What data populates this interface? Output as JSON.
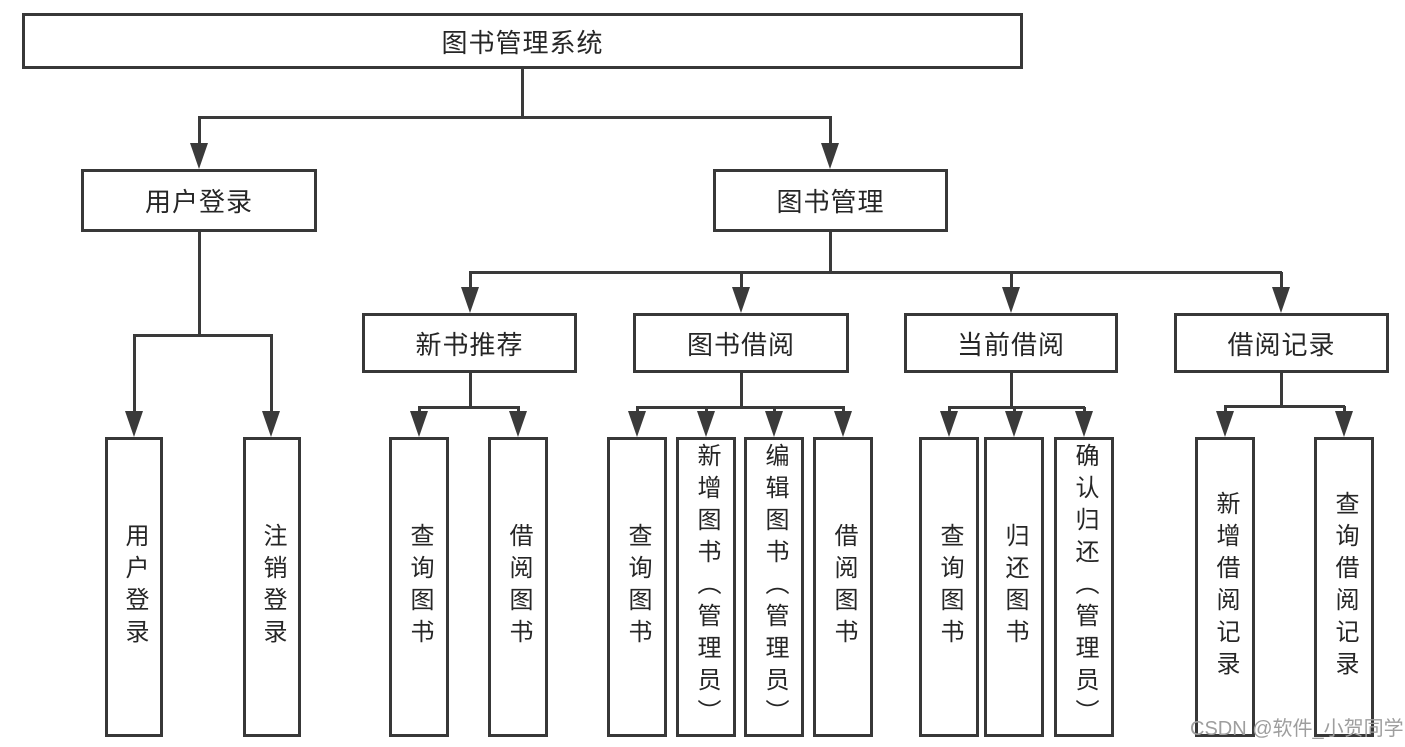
{
  "colors": {
    "line": "#3a3a3a",
    "box_border": "#383838",
    "text": "#262626",
    "background": "#ffffff",
    "watermark": "#9e9e9e"
  },
  "diagram": {
    "root": {
      "label": "图书管理系统"
    },
    "branches": [
      {
        "label": "用户登录",
        "children": [
          {
            "label": "用户登录"
          },
          {
            "label": "注销登录"
          }
        ]
      },
      {
        "label": "图书管理",
        "sections": [
          {
            "label": "新书推荐",
            "children": [
              {
                "label": "查询图书"
              },
              {
                "label": "借阅图书"
              }
            ]
          },
          {
            "label": "图书借阅",
            "children": [
              {
                "label": "查询图书"
              },
              {
                "label": "新增图书（管理员）"
              },
              {
                "label": "编辑图书（管理员）"
              },
              {
                "label": "借阅图书"
              }
            ]
          },
          {
            "label": "当前借阅",
            "children": [
              {
                "label": "查询图书"
              },
              {
                "label": "归还图书"
              },
              {
                "label": "确认归还（管理员）"
              }
            ]
          },
          {
            "label": "借阅记录",
            "children": [
              {
                "label": "新增借阅记录"
              },
              {
                "label": "查询借阅记录"
              }
            ]
          }
        ]
      }
    ]
  },
  "watermark": {
    "text": "CSDN @软件_小贺同学"
  }
}
